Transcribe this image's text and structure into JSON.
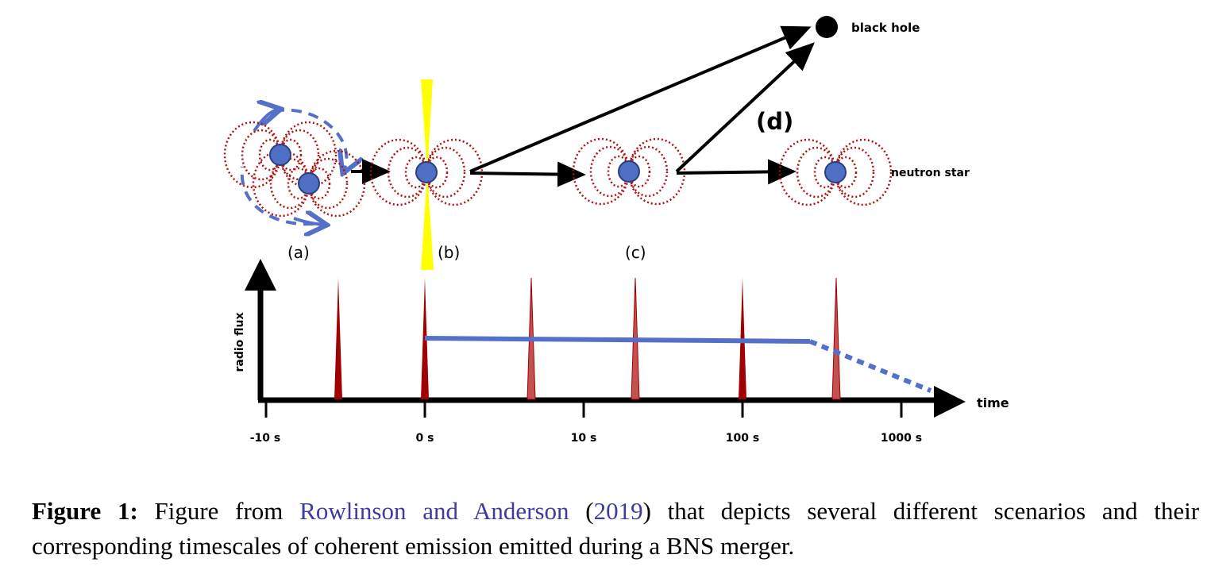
{
  "diagram": {
    "labels": {
      "black_hole": "black hole",
      "neutron_star": "neutron star",
      "a": "(a)",
      "b": "(b)",
      "c": "(c)",
      "d": "(d)"
    },
    "axes": {
      "y_label": "radio flux",
      "x_label": "time",
      "ticks": [
        "-10 s",
        "0 s",
        "10 s",
        "100 s",
        "1000 s"
      ]
    },
    "colors": {
      "star_fill": "#4f6fc4",
      "field_lines": "#b01010",
      "jet": "#ffff00",
      "burst": "#a00000",
      "afterglow": "#5470c8",
      "axis": "#000000"
    }
  },
  "caption": {
    "label": "Figure 1:",
    "text_before": " Figure from ",
    "cite_authors": "Rowlinson and Anderson",
    "paren_open": " (",
    "cite_year": "2019",
    "text_after": ") that depicts several different scenarios and their corresponding timescales of coherent emission emitted during a BNS merger."
  }
}
